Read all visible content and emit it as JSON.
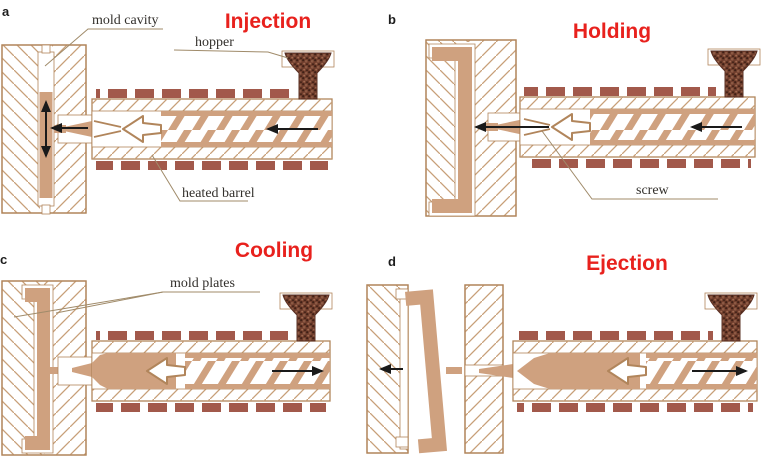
{
  "colors": {
    "tan": "#cfa17f",
    "tan_outline": "#b1855b",
    "hatch": "#c79f78",
    "heater": "#a2594b",
    "hopper_dark": "#6f3d2c",
    "hopper_mid": "#8d5a44",
    "hopper_light": "#a06a50",
    "hopper_deep": "#3f2016",
    "title_red": "#e8211d",
    "label_text": "#33302c",
    "arrow_black": "#1a1a1a",
    "leader": "#a08b6a"
  },
  "panels": [
    {
      "letter": "a",
      "title": "Injection",
      "annotations": {
        "mold_cavity": "mold cavity",
        "hopper": "hopper",
        "heated_barrel": "heated barrel"
      }
    },
    {
      "letter": "b",
      "title": "Holding",
      "annotations": {
        "screw": "screw"
      }
    },
    {
      "letter": "c",
      "title": "Cooling",
      "annotations": {
        "mold_plates": "mold plates"
      }
    },
    {
      "letter": "d",
      "title": "Ejection",
      "annotations": {}
    }
  ]
}
